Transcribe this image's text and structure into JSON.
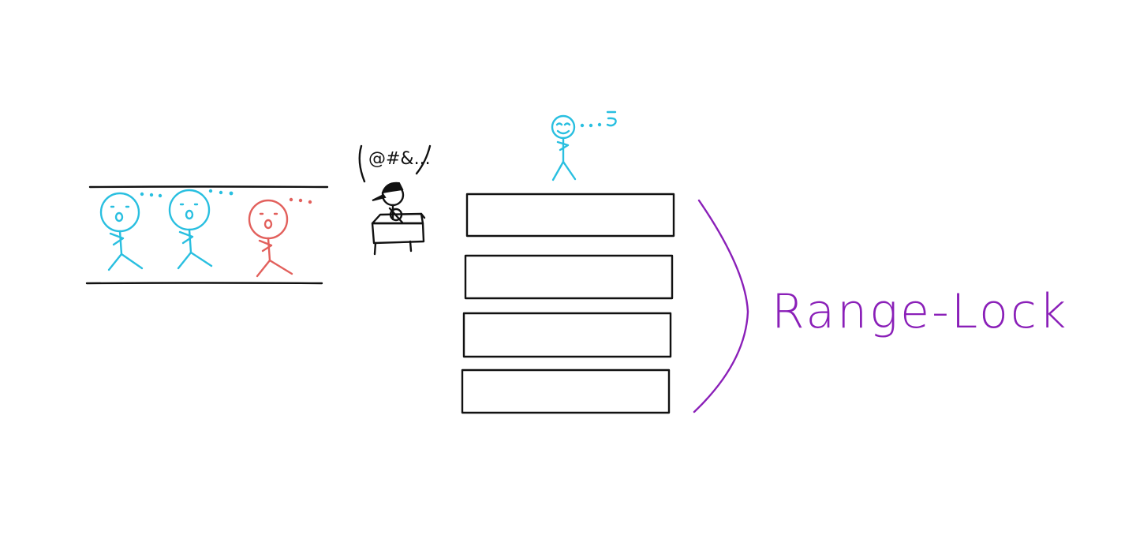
{
  "diagram": {
    "label": "Range-Lock",
    "waiting_speech": "@#&...",
    "waiting_queue_count": 3,
    "stack_block_count": 4
  },
  "colors": {
    "ink": "#111111",
    "waiting_person": "#29bfe0",
    "blocked_person": "#e2605c",
    "range_lock": "#8a1fb8",
    "background": "#ffffff"
  }
}
